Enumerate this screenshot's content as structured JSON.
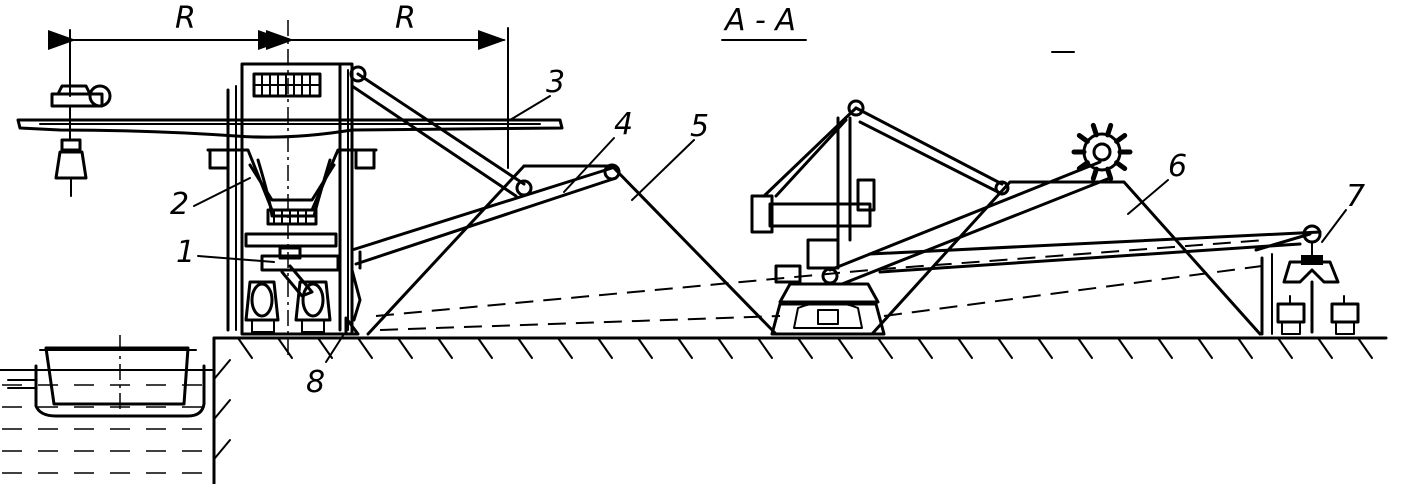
{
  "section_title": "A - A",
  "dimension_labels": [
    "R",
    "R"
  ],
  "callouts": [
    "1",
    "2",
    "3",
    "4",
    "5",
    "6",
    "7",
    "8"
  ]
}
